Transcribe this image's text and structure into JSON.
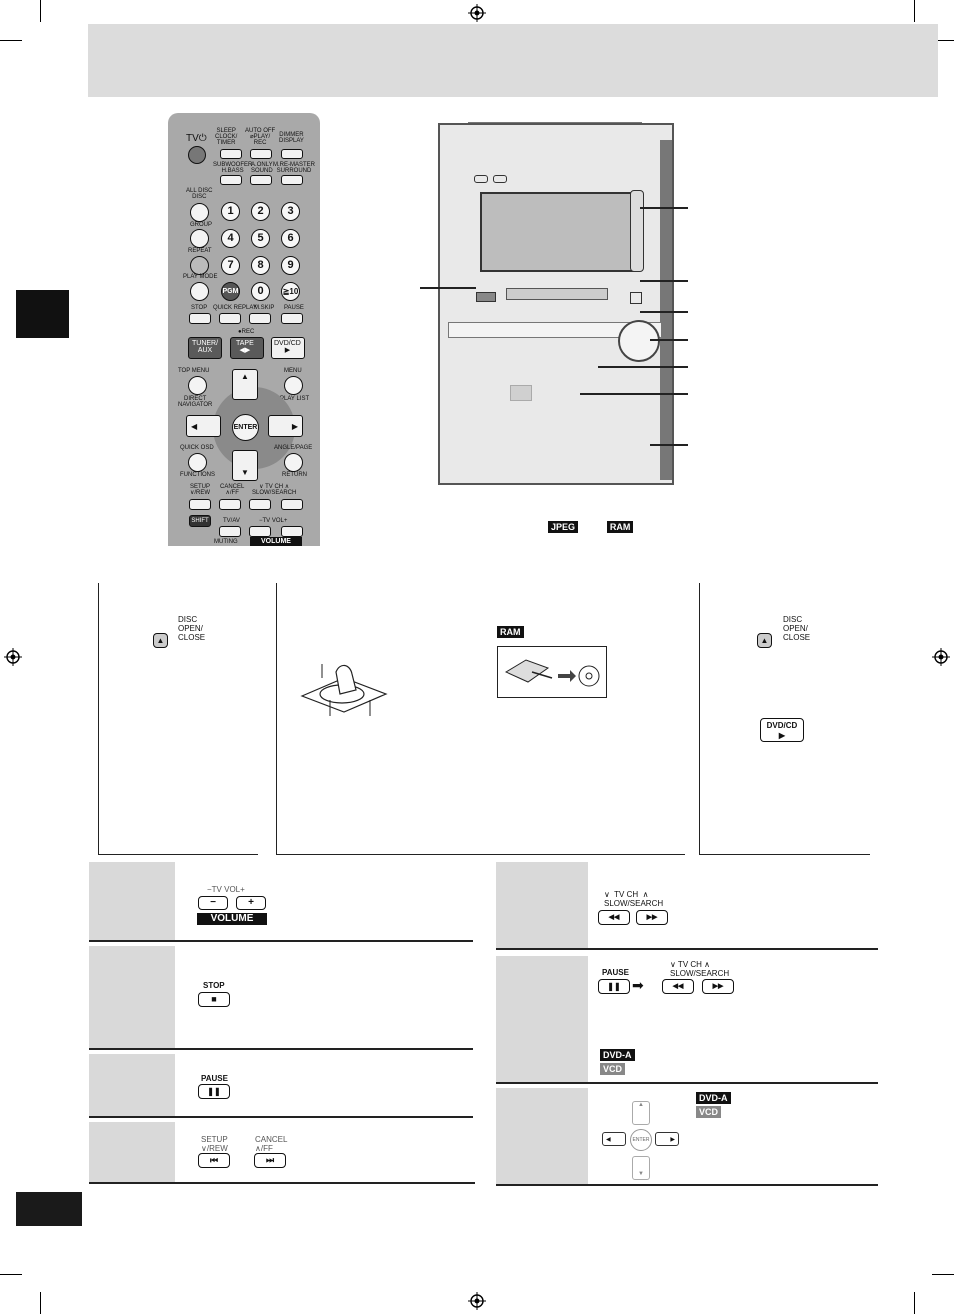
{
  "remote": {
    "tv_power": "TV⏻",
    "sleep": "SLEEP\nCLOCK/\nTIMER",
    "auto_off": "AUTO OFF\n⌀PLAY/\nREC",
    "dimmer": "DIMMER\nDISPLAY",
    "subwoofer": "SUBWOOFER\nH.BASS",
    "a_only": "A.ONLY\nSOUND",
    "remaster": "M.RE-MASTER\nSURROUND",
    "all_disc": "ALL DISC\nDISC",
    "group": "GROUP",
    "repeat": "REPEAT",
    "play_mode": "PLAY MODE",
    "digits": [
      "1",
      "2",
      "3",
      "4",
      "5",
      "6",
      "7",
      "8",
      "9",
      "0",
      "≧10"
    ],
    "pgm": "PGM",
    "stop": "STOP",
    "quick_replay": "QUICK REPLAY",
    "mskip": "M.SKIP",
    "pause": "PAUSE",
    "rec": "●REC",
    "tuner_aux": "TUNER/\nAUX",
    "tape": "TAPE\n◀▶",
    "dvd_cd": "DVD/CD\n▶",
    "top_menu": "TOP MENU",
    "menu": "MENU",
    "direct_nav": "DIRECT\nNAVIGATOR",
    "play_list": "PLAY LIST",
    "enter": "ENTER",
    "quick_osd": "QUICK OSD",
    "angle_page": "ANGLE/PAGE",
    "functions": "FUNCTIONS",
    "return": "RETURN",
    "setup_rew": "SETUP\n∨/REW",
    "cancel_ff": "CANCEL\n∧/FF",
    "tv_ch": "∨ TV CH ∧\nSLOW/SEARCH",
    "shift": "SHIFT",
    "tv_av": "TV/AV",
    "tv_vol": "−TV VOL+",
    "muting": "MUTING",
    "volume": "VOLUME"
  },
  "unit_note": {
    "badge1": "JPEG",
    "badge2": "RAM"
  },
  "panels": {
    "open_close": {
      "label": "DISC\nOPEN/\nCLOSE"
    },
    "ram_badge": "RAM",
    "right_open_close": {
      "label": "DISC\nOPEN/\nCLOSE"
    },
    "dvd_cd": "DVD/CD\n▶"
  },
  "left_rows": {
    "volume": {
      "tv_vol": "−TV VOL+",
      "minus": "−",
      "plus": "+",
      "volume": "VOLUME"
    },
    "stop": {
      "label": "STOP",
      "icon": "■"
    },
    "pause": {
      "label": "PAUSE",
      "icon": "❚❚"
    },
    "skip": {
      "setup": "SETUP\n∨/REW",
      "cancel": "CANCEL\n∧/FF",
      "prev": "⏮",
      "next": "⏭"
    }
  },
  "right_rows": {
    "search": {
      "label": "∨  TV CH  ∧\nSLOW/SEARCH",
      "rew": "◀◀",
      "ff": "▶▶"
    },
    "slow": {
      "pause": "PAUSE",
      "label": "∨ TV CH ∧\nSLOW/SEARCH",
      "dvda": "DVD-A",
      "vcd": "VCD"
    },
    "nav": {
      "dvda": "DVD-A",
      "vcd": "VCD",
      "enter": "ENTER"
    }
  }
}
